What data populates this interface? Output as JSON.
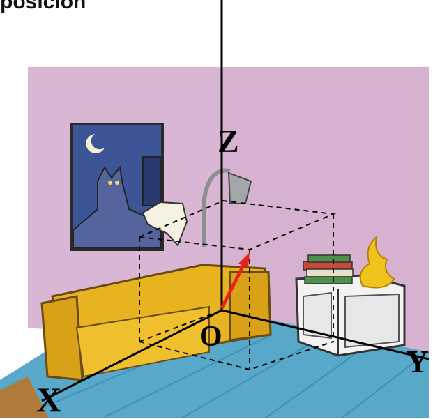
{
  "title": "posición",
  "axes": {
    "x": "X",
    "y": "Y",
    "z": "Z",
    "origin": "O"
  },
  "colors": {
    "wall": "#d9b6d3",
    "floor": "#58a9c9",
    "sofa": "#e7b321",
    "vector": "#e8231b",
    "axis": "#000000"
  }
}
